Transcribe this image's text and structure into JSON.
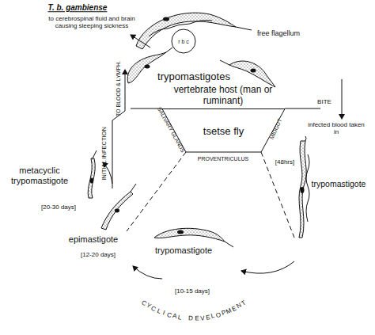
{
  "diagram": {
    "nodes": [
      {
        "text": [
          "r b c"
        ]
      },
      {
        "text": [
          "tsetse fly"
        ]
      }
    ],
    "labels": [
      "T. b. gambiense",
      "to cerebrospinal fluid and brain causing sleeping sickness",
      "free flagellum",
      "trypomastigotes",
      "vertebrate host (man or ruminant)",
      "TO BLOOD & LYMPH.",
      "INITIAL INFECTION",
      "BITE",
      "infected blood taken in",
      "SALIVARY GLANDS",
      "MIDGUT",
      "PROVENTRICULUS",
      "metacyclic trypomastigote",
      "[20-30 days]",
      "epimastigote",
      "[12-20 days]",
      "trypomastigote",
      "[10-15 days]",
      "trypomastigote",
      "[48hrs]",
      "CYCLICAL DEVELOPMENT"
    ]
  }
}
